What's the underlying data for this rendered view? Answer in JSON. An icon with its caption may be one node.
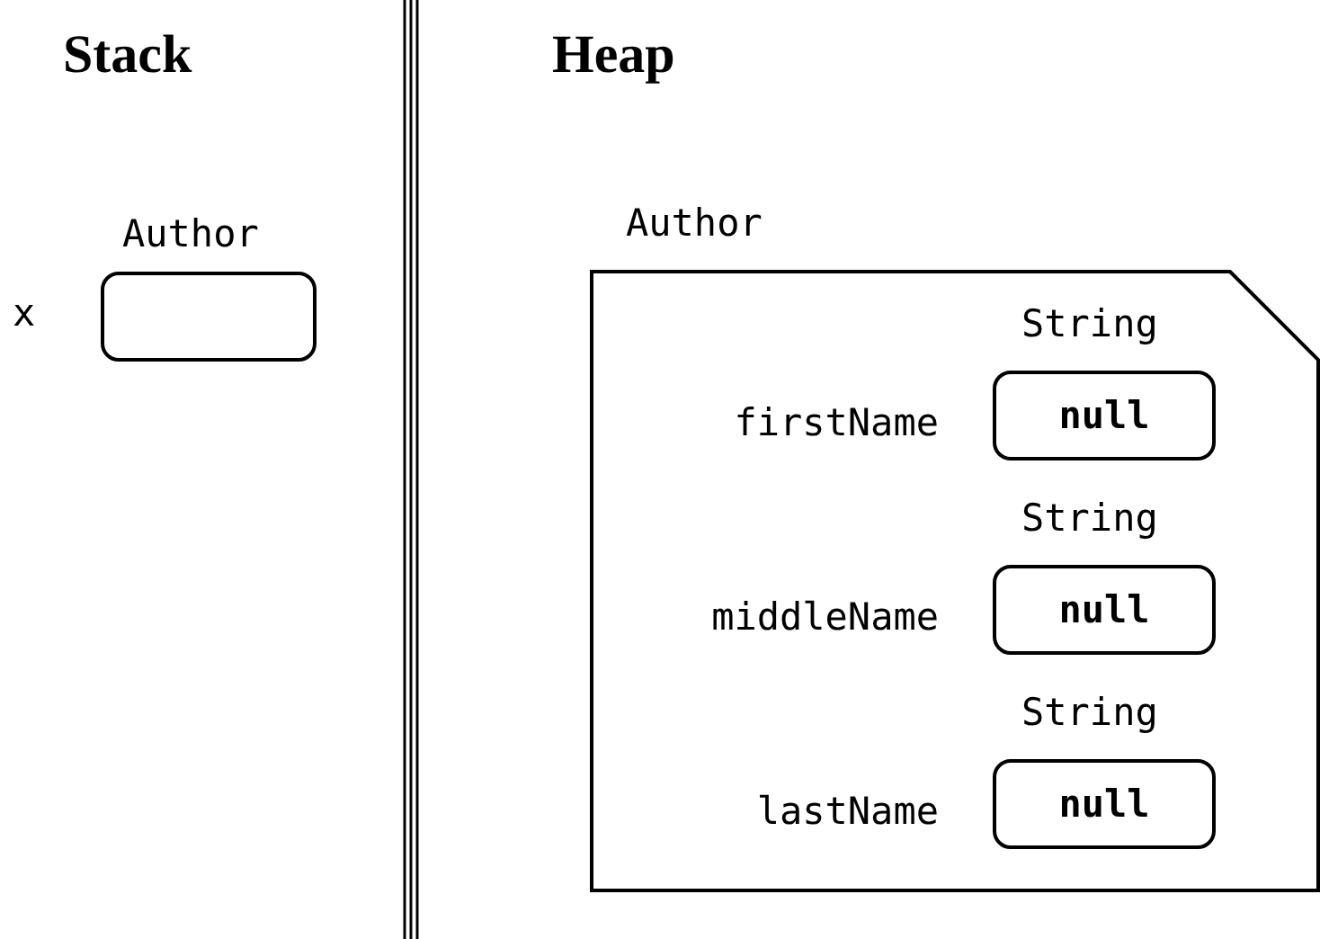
{
  "diagram": {
    "nodes": [
      {
        "text": [
          "Author"
        ],
        "beside": [
          "x"
        ]
      },
      {
        "text": [
          "Author"
        ]
      },
      {
        "text": [
          "String",
          "null"
        ],
        "beside": [
          "firstName"
        ],
        "in": 1
      },
      {
        "text": [
          "String",
          "null"
        ],
        "beside": [
          "middleName"
        ],
        "in": 1
      },
      {
        "text": [
          "String",
          "null"
        ],
        "beside": [
          "lastName"
        ],
        "in": 1
      }
    ],
    "edges": [],
    "labels": [
      "Stack",
      "Heap"
    ]
  }
}
